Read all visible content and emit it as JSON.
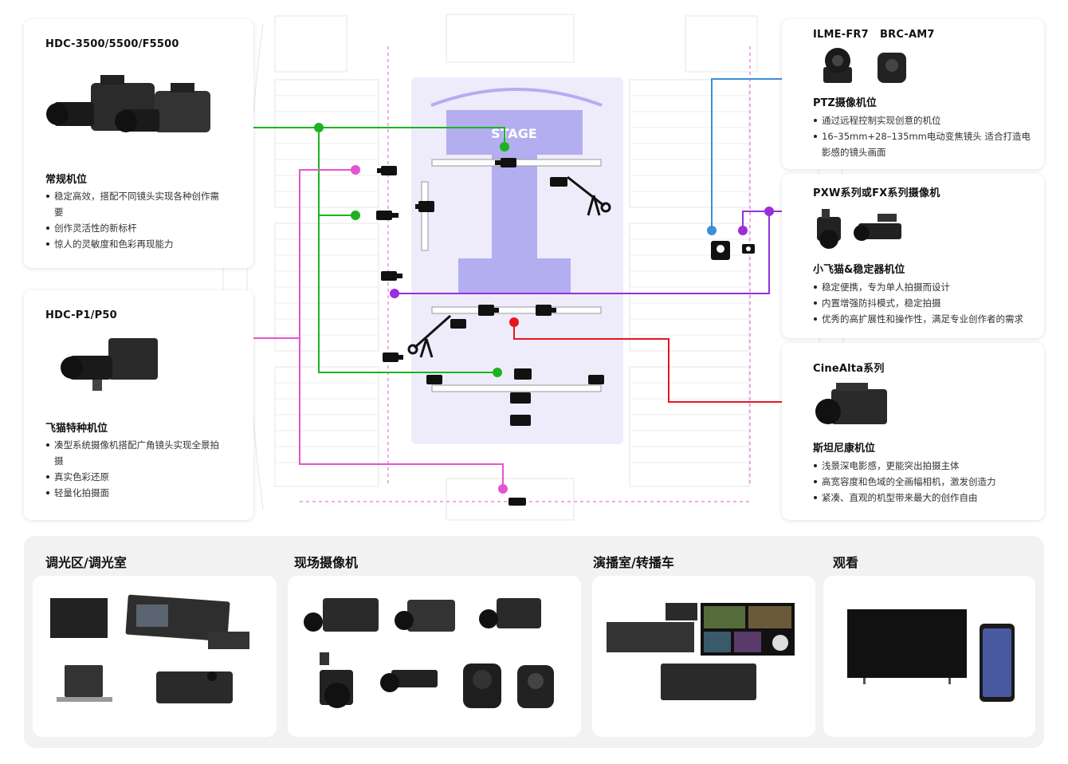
{
  "stage": {
    "label": "STAGE"
  },
  "left_cards": [
    {
      "model": "HDC-3500/5500/F5500",
      "position": "常规机位",
      "bullets": [
        "稳定高效，搭配不同镜头实现各种创作需要",
        "创作灵活性的新标杆",
        "惊人的灵敏度和色彩再现能力"
      ]
    },
    {
      "model": "HDC-P1/P50",
      "position": "飞猫特种机位",
      "bullets": [
        "凑型系统摄像机搭配广角镜头实现全景拍摄",
        "真实色彩还原",
        "轻量化拍摄面"
      ]
    }
  ],
  "right_cards": [
    {
      "model": "ILME-FR7   BRC-AM7",
      "position": "PTZ摄像机位",
      "bullets": [
        "通过远程控制实现创意的机位",
        "16–35mm+28–135mm电动变焦镜头 适合打造电影感的镜头画面"
      ]
    },
    {
      "model": "PXW系列或FX系列摄像机",
      "position": "小飞猫&稳定器机位",
      "bullets": [
        "稳定便携，专为单人拍摄而设计",
        "内置增强防抖模式，稳定拍摄",
        "优秀的高扩展性和操作性，满足专业创作者的需求"
      ]
    },
    {
      "model": "CineAlta系列",
      "position": "斯坦尼康机位",
      "bullets": [
        "浅景深电影感，更能突出拍摄主体",
        "高宽容度和色域的全画幅相机，激发创造力",
        "紧凑、直观的机型带来最大的创作自由"
      ]
    }
  ],
  "bottom": {
    "sections": [
      "调光区/调光室",
      "现场摄像机",
      "演播室/转播车",
      "观看"
    ]
  },
  "colors": {
    "green": "#1db320",
    "magenta": "#e454d0",
    "purple": "#9a2fd8",
    "blue": "#3b8fd9",
    "red": "#e8151c",
    "stage": "#b3aef0"
  }
}
